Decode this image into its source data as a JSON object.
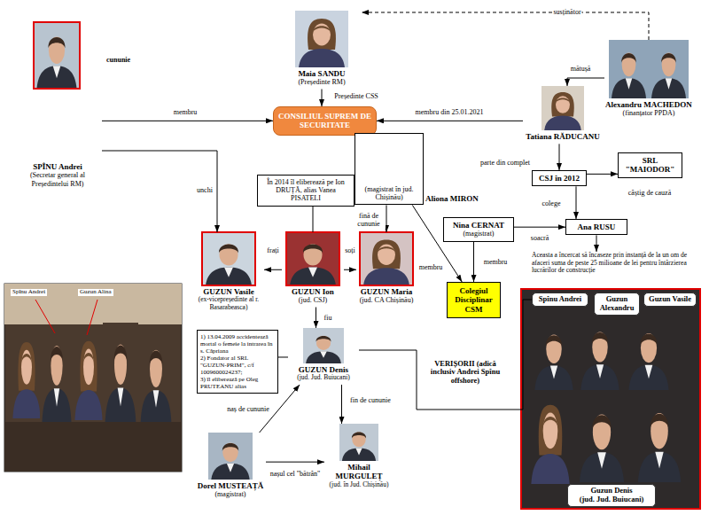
{
  "diagram": {
    "nodes": [
      {
        "text": [
          "Maia SANDU",
          "(Președinte RM)"
        ]
      },
      {
        "text": [
          "Alexandru MACHEDON",
          "(finanțator PPDA)"
        ]
      },
      {
        "text": [
          "SPÎNU Andrei",
          "(Secretar general al Președintelui RM)"
        ]
      },
      {
        "text": [
          "CONSILIUL SUPREM DE SECURITATE"
        ]
      },
      {
        "text": [
          "Tatiana RĂDUCANU"
        ]
      },
      {
        "text": [
          "(magistrat în jud. Chișinău)",
          "Aliona MIRON"
        ]
      },
      {
        "text": [
          "SRL \"MAIODOR\""
        ]
      },
      {
        "text": [
          "CSJ în 2012"
        ]
      },
      {
        "text": [
          "În 2014 îl eliberează pe Ion DRUȚĂ, alias Vanea PISATELI"
        ]
      },
      {
        "text": [
          "Nina CERNAT",
          "(magistrat)"
        ]
      },
      {
        "text": [
          "Ana RUSU"
        ]
      },
      {
        "text": [
          "GUZUN Vasile",
          "(ex-vicepreședinte al r. Basarabeasca)"
        ]
      },
      {
        "text": [
          "GUZUN Ion",
          "(jud. CSJ)"
        ]
      },
      {
        "text": [
          "GUZUN Maria",
          "(jud. CA Chișinău)"
        ]
      },
      {
        "text": [
          "Aceasta a încercat să încaseze prin instanță de la un om de afaceri suma de peste 25 milioane de lei pentru întârzierea lucrărilor de construcție"
        ]
      },
      {
        "text": [
          "Colegiul Disciplinar CSM"
        ]
      },
      {
        "text": [
          "Spînu Andrei"
        ]
      },
      {
        "text": [
          "Guzun Alexandru"
        ]
      },
      {
        "text": [
          "Guzun Vasile"
        ]
      },
      {
        "text": [
          "GUZUN Denis",
          "(jud. Jud. Buiucani)"
        ]
      },
      {
        "text": [
          "1) 13.04.2009 accidentează mortal o femeie la intrarea în s. Căpriana",
          "2) Fondator al SRL \"GUZUN-PRIM\", c/f 1009600024237;",
          "3) îl eliberează pe Oleg PRUTEANU alias"
        ]
      },
      {
        "text": [
          "Mihail MURGULEȚ",
          "(jud. în Jud. Chișinău)"
        ]
      },
      {
        "text": [
          "Dorel MUSTEAȚĂ",
          "(magistrat)"
        ]
      },
      {
        "text": [
          "Guzun Denis",
          "(jud. Jud. Buiucani)"
        ]
      }
    ],
    "edges": [
      {
        "from": 2,
        "to": 3,
        "arrow": "to",
        "label": "membru"
      },
      {
        "from": 2,
        "to": 11,
        "arrow": "to",
        "label": "unchi"
      },
      {
        "from": 0,
        "to": 3,
        "arrow": "to",
        "label": "Președinte CSS"
      },
      {
        "from": 1,
        "to": 0,
        "arrow": "to",
        "label": "susținător"
      },
      {
        "from": 1,
        "to": 4,
        "arrow": "to",
        "label": "mătușă"
      },
      {
        "from": 4,
        "to": 3,
        "arrow": "to",
        "label": "membru din 25.01.2021"
      },
      {
        "from": 4,
        "to": 7,
        "arrow": "to",
        "label": "parte din complet"
      },
      {
        "from": 7,
        "to": 6,
        "arrow": "to",
        "label": "câștig de cauză"
      },
      {
        "from": 7,
        "to": 10,
        "arrow": "to",
        "label": "colege"
      },
      {
        "from": 9,
        "to": 10,
        "arrow": "to",
        "label": "soacră"
      },
      {
        "from": 10,
        "to": 14,
        "arrow": "to"
      },
      {
        "from": 12,
        "to": 11,
        "arrow": "to",
        "label": "frați"
      },
      {
        "from": 12,
        "to": 13,
        "arrow": "to",
        "label": "soți"
      },
      {
        "from": 8,
        "to": 12,
        "arrow": "none"
      },
      {
        "from": 12,
        "to": 19,
        "arrow": "to",
        "label": "fiu"
      },
      {
        "from": 5,
        "to": 13,
        "arrow": "to",
        "label": "fină de cununie"
      },
      {
        "from": 5,
        "to": 15,
        "arrow": "to",
        "label": "membru"
      },
      {
        "from": 9,
        "to": 15,
        "arrow": "to",
        "label": "membru"
      },
      {
        "from": 19,
        "to": 20,
        "arrow": "none"
      },
      {
        "from": 22,
        "to": 19,
        "arrow": "to",
        "label": "naș de cununie"
      },
      {
        "from": 19,
        "to": 21,
        "arrow": "to",
        "label": "fin de cununie"
      },
      {
        "from": 22,
        "to": 21,
        "arrow": "to",
        "label": "nașul cel \"bătrân\""
      },
      {
        "from": 19,
        "to": 16,
        "arrow": "none",
        "label": "VERIȘORII (adică inclusiv Andrei Spînu offshore)"
      }
    ],
    "labels": [
      "cununie",
      "Spînu Andrei",
      "Guzun Alina"
    ]
  }
}
